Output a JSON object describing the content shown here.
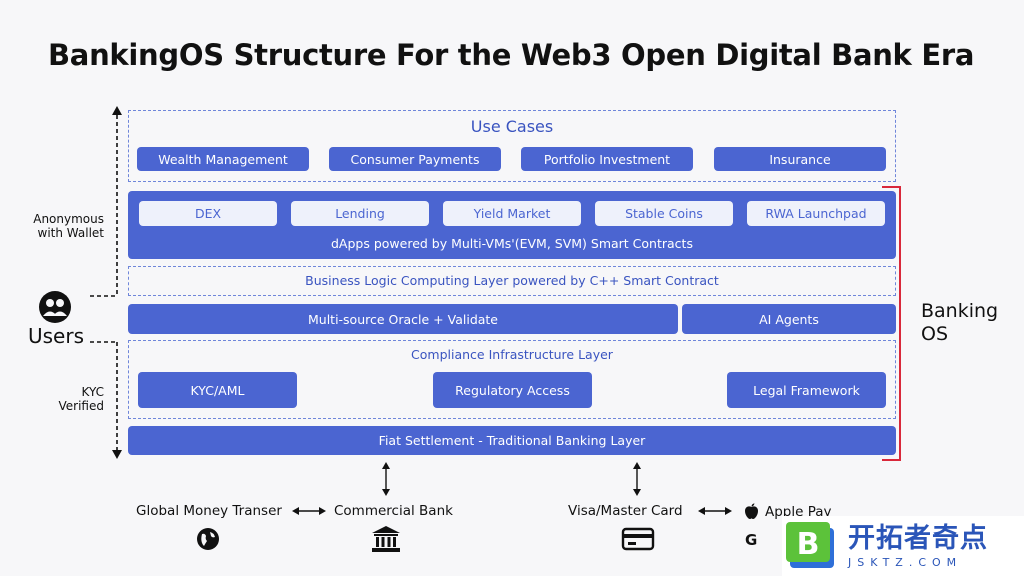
{
  "title": "BankingOS Structure For the Web3 Open Digital Bank Era",
  "use_cases": {
    "label": "Use Cases",
    "items": [
      "Wealth Management",
      "Consumer Payments",
      "Portfolio Investment",
      "Insurance"
    ]
  },
  "dapps": {
    "items": [
      "DEX",
      "Lending",
      "Yield Market",
      "Stable Coins",
      "RWA Launchpad"
    ],
    "caption": "dApps powered by Multi-VMs'(EVM, SVM) Smart Contracts"
  },
  "business_logic": "Business Logic Computing Layer powered by C++ Smart Contract",
  "oracle": "Multi-source Oracle + Validate",
  "ai_agents": "AI Agents",
  "compliance": {
    "label": "Compliance Infrastructure Layer",
    "items": [
      "KYC/AML",
      "Regulatory Access",
      "Legal Framework"
    ]
  },
  "fiat": "Fiat Settlement - Traditional Banking Layer",
  "banking_os": [
    "Banking",
    "OS"
  ],
  "users": {
    "label": "Users",
    "anonymous": [
      "Anonymous",
      "with Wallet"
    ],
    "kyc": [
      "KYC",
      "Verified"
    ]
  },
  "bottom": {
    "global_money": "Global Money Transer",
    "commercial_bank": "Commercial Bank",
    "visa": "Visa/Master Card",
    "apple_pay": "Apple Pay",
    "google_pay": "G"
  },
  "watermark": {
    "letter": "B",
    "cn": "开拓者奇点",
    "url": "JSKTZ.COM"
  },
  "colors": {
    "accent": "#4b65d1",
    "bracket": "#d9283a"
  }
}
